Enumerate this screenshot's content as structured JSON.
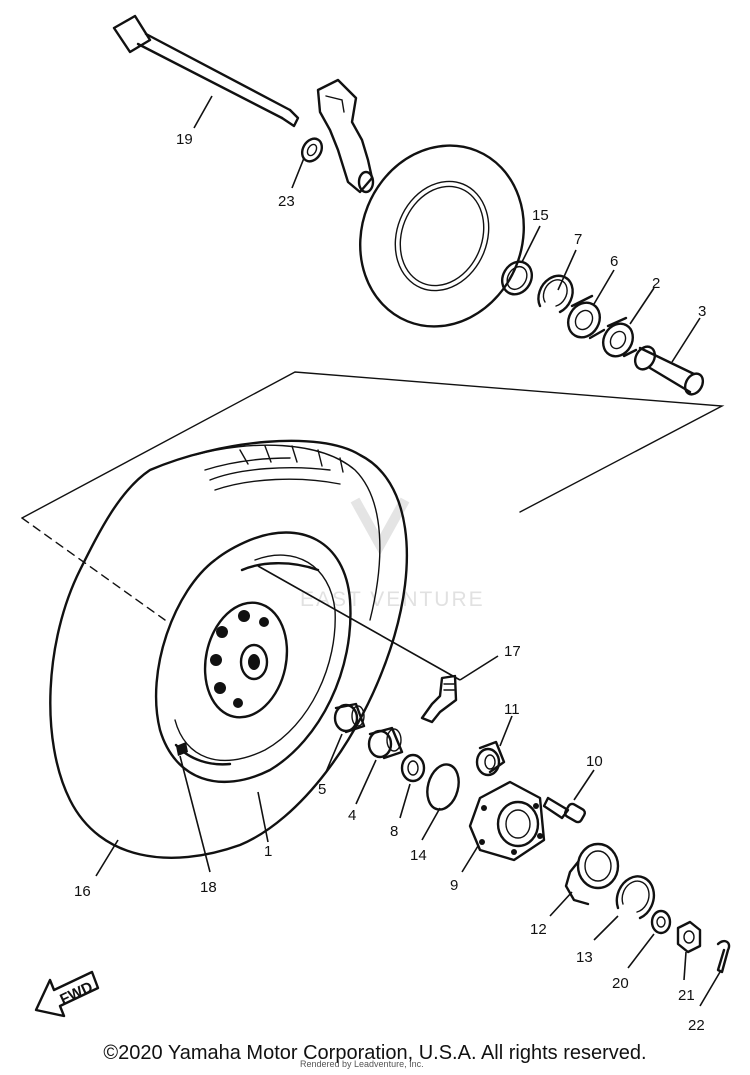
{
  "watermark": "EAST VENTURE",
  "fwd_label": "FWD",
  "copyright": "©2020 Yamaha Motor Corporation, U.S.A. All rights reserved.",
  "credit": "Rendered by Leadventure, Inc.",
  "callouts": [
    "19",
    "23",
    "15",
    "7",
    "6",
    "2",
    "3",
    "17",
    "11",
    "10",
    "5",
    "4",
    "8",
    "14",
    "1",
    "9",
    "16",
    "18",
    "12",
    "13",
    "20",
    "21",
    "22"
  ]
}
